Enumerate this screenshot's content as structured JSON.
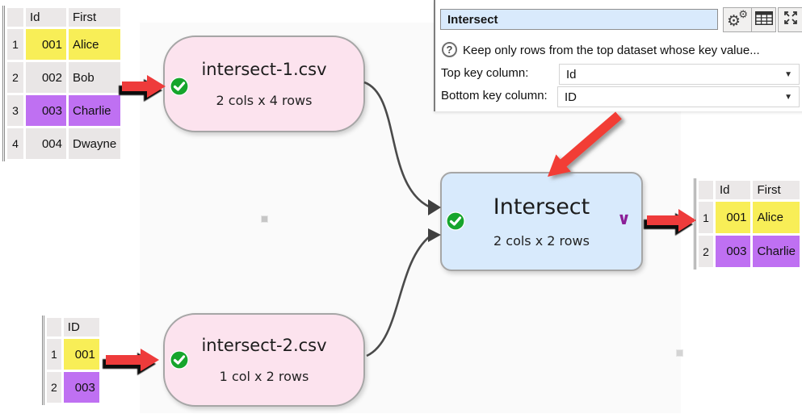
{
  "colors": {
    "canvas_bg": "#fafafa",
    "input_node_fill": "#fce3ee",
    "transform_node_fill": "#d8eafc",
    "node_border": "#a6a6a6",
    "status_ok_green": "#16a52c",
    "chevron_purple": "#8b1f97",
    "annotation_arrow_red": "#ee3a3a",
    "highlight_yellow": "#f8ee57",
    "highlight_purple": "#bf70f2",
    "row_gray": "#e9e6e6",
    "connector_gray": "#4a4a4a",
    "panel_title_bg": "#d9eafc"
  },
  "panel": {
    "title_value": "Intersect",
    "help_icon": "?",
    "help_text": "Keep only rows from the top dataset whose key value...",
    "fields": [
      {
        "label": "Top key column:",
        "value": "Id"
      },
      {
        "label": "Bottom key column:",
        "value": "ID"
      }
    ],
    "caret": "▼",
    "gear_glyph": "⚙",
    "icons": [
      "gear-icon",
      "table-icon",
      "expand-icon"
    ]
  },
  "nodes": {
    "input1": {
      "title": "intersect-1.csv",
      "size_label": "2 cols x 4 rows",
      "status": "ok"
    },
    "input2": {
      "title": "intersect-2.csv",
      "size_label": "1 col x 2 rows",
      "status": "ok"
    },
    "intersect": {
      "title": "Intersect",
      "size_label": "2 cols x 2 rows",
      "status": "ok",
      "chevron": "∨"
    }
  },
  "tables": {
    "source1": {
      "headers": [
        "Id",
        "First"
      ],
      "rows": [
        {
          "num": "1",
          "id": "001",
          "first": "Alice",
          "highlight": "yellow"
        },
        {
          "num": "2",
          "id": "002",
          "first": "Bob",
          "highlight": "none"
        },
        {
          "num": "3",
          "id": "003",
          "first": "Charlie",
          "highlight": "purple"
        },
        {
          "num": "4",
          "id": "004",
          "first": "Dwayne",
          "highlight": "none"
        }
      ]
    },
    "source2": {
      "headers": [
        "ID"
      ],
      "rows": [
        {
          "num": "1",
          "id": "001",
          "highlight": "yellow"
        },
        {
          "num": "2",
          "id": "003",
          "highlight": "purple"
        }
      ]
    },
    "result": {
      "headers": [
        "Id",
        "First"
      ],
      "rows": [
        {
          "num": "1",
          "id": "001",
          "first": "Alice",
          "highlight": "yellow"
        },
        {
          "num": "2",
          "id": "003",
          "first": "Charlie",
          "highlight": "purple"
        }
      ]
    }
  }
}
